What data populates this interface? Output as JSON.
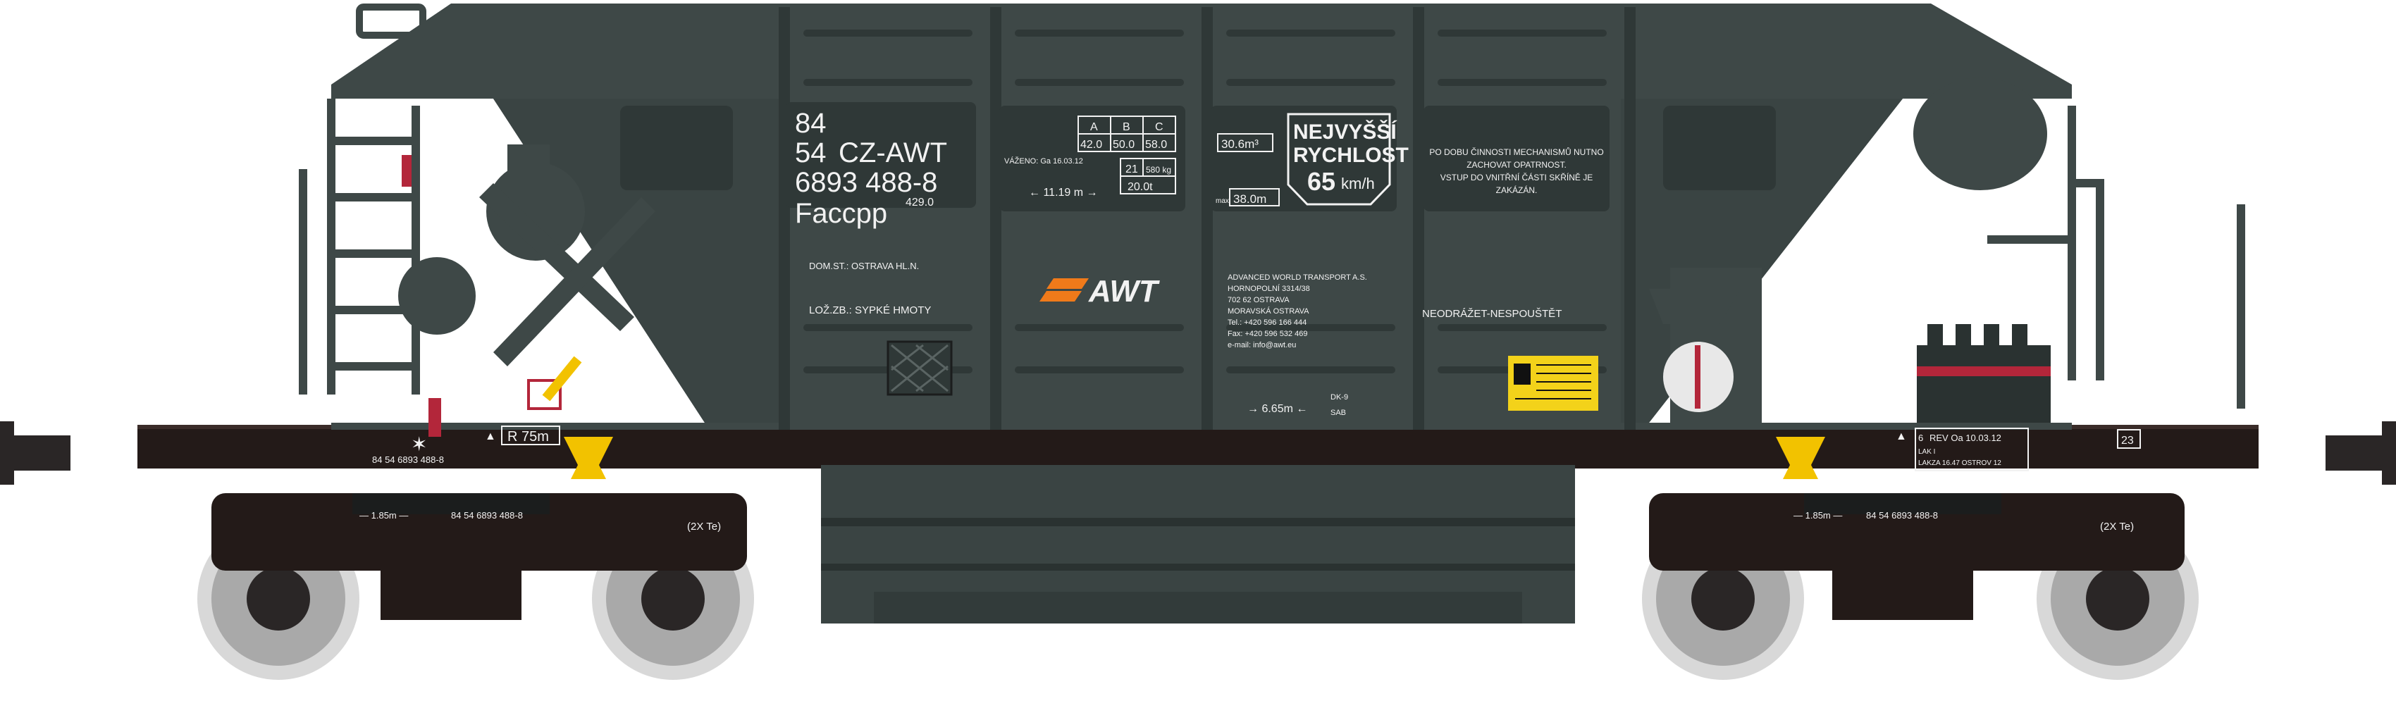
{
  "colors": {
    "body": "#3e4847",
    "body_dark": "#2f3837",
    "body_light": "#56605f",
    "frame_black": "#1b1d1d",
    "underframe_brown": "#2a1f1d",
    "wheel_silver": "#bfbfbf",
    "warning_yellow": "#f3d21a",
    "brake_red": "#b3263a",
    "lever_yellow": "#f2c200",
    "lettering": "#f2f2f2",
    "awt_orange": "#f07a1a"
  },
  "wagon": {
    "number_line1": "84",
    "number_line2_prefix": "54",
    "number_line2_keeper": "CZ-AWT",
    "number_line3": "6893 488-8",
    "class_code": "Faccpp",
    "class_super": "429.0",
    "home_station": "DOM.ST.: OSTRAVA HL.N.",
    "load_type": "LOŽ.ZB.: SYPKÉ HMOTY",
    "logo": "AWT",
    "weighing": "VÁŽENO: Ga 16.03.12",
    "length_over_buffers": "11.19 m",
    "load_table": {
      "headers": [
        "A",
        "B",
        "C"
      ],
      "values": [
        "42.0",
        "50.0",
        "58.0"
      ],
      "row2_left": "21",
      "row2_right": "580 kg",
      "tare": "20.0t"
    },
    "volume": "30.6m³",
    "floor_area": "38.0m",
    "floor_area_prefix": "max",
    "max_speed_title_1": "NEJVYŠŠÍ",
    "max_speed_title_2": "RYCHLOST",
    "max_speed_value": "65",
    "max_speed_unit": "km/h",
    "safety_notice": [
      "PO DOBU ČINNOSTI MECHANISMŮ NUTNO",
      "ZACHOVAT OPATRNOST.",
      "VSTUP DO VNITŘNÍ ČÁSTI SKŘÍNĚ JE",
      "ZAKÁZÁN."
    ],
    "no_hump": "NEODRÁŽET-NESPOUŠTĚT",
    "company_address": [
      "ADVANCED WORLD TRANSPORT A.S.",
      "HORNOPOLNÍ 3314/38",
      "702 62 OSTRAVA",
      "MORAVSKÁ OSTRAVA",
      "Tel.: +420 596 166 444",
      "Fax: +420 596 532 469",
      "e-mail: info@awt.eu"
    ],
    "bogie_distance": "6.65m",
    "dk_code_1": "DK-9",
    "dk_code_2": "SAB",
    "curve_radius": "R 75m",
    "frame_number": "84 54 6893 488-8",
    "bogie_pitch": "1.85m",
    "bogie_number": "84 54 6893 488-8",
    "bogie_marking": "(2X Te)",
    "revision": "REV Oa 10.03.12",
    "revision_prefix": "6",
    "rev_lines": [
      "LAK I",
      "LAKZA 16.47  OSTROV 12"
    ],
    "corner_number": "23"
  }
}
